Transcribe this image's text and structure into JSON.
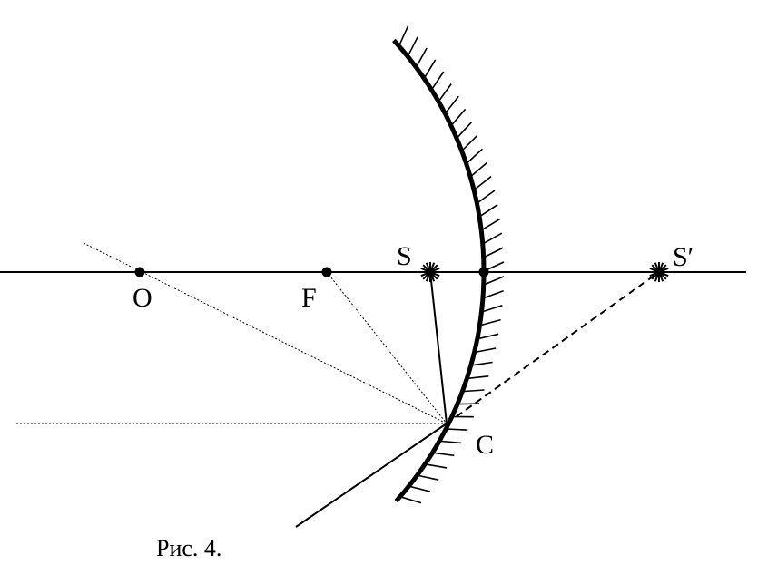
{
  "diagram": {
    "labels": {
      "center": "O",
      "focus": "F",
      "source": "S",
      "image": "S′",
      "incidence_point": "C"
    },
    "caption": "Рис. 4."
  },
  "colors": {
    "ink": "#000000",
    "background": "#ffffff"
  }
}
